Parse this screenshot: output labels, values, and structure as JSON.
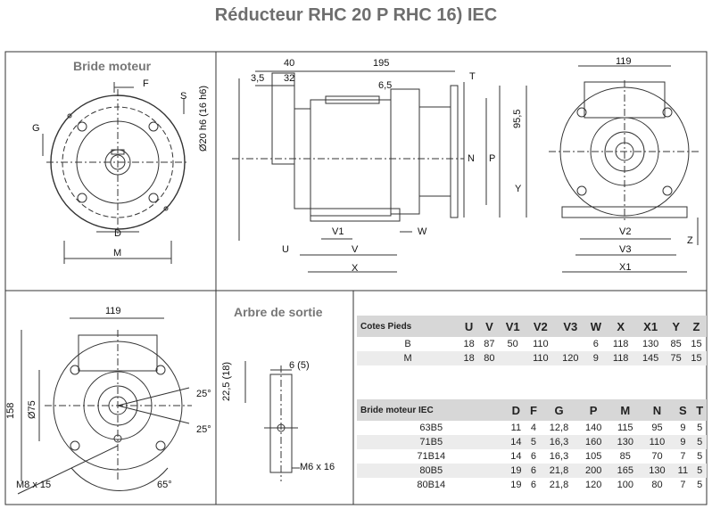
{
  "title": "Réducteur  RHC 20 P RHC 16)  IEC",
  "sections": {
    "bride_moteur": "Bride moteur",
    "arbre_sortie": "Arbre de sortie"
  },
  "dims": {
    "F": "F",
    "S": "S",
    "G": "G",
    "D": "D",
    "M": "M",
    "d40": "40",
    "d195": "195",
    "d3_5": "3,5",
    "d32": "32",
    "d6_5": "6,5",
    "T": "T",
    "d20h6": "Ø20 h6 (16 h6)",
    "N": "N",
    "P": "P",
    "V1": "V1",
    "V": "V",
    "W": "W",
    "U": "U",
    "X": "X",
    "d119a": "119",
    "d95_5": "95,5",
    "Y": "Y",
    "V2": "V2",
    "V3": "V3",
    "X1": "X1",
    "Z": "Z",
    "d119b": "119",
    "d158": "158",
    "d75": "Ø75",
    "a25a": "25°",
    "a25b": "25°",
    "a65": "65°",
    "M8x15": "M8 x 15",
    "d6_5b": "6 (5)",
    "d22_5": "22,5 (18)",
    "M6x16": "M6 x 16"
  },
  "feet_table": {
    "headers": [
      "Cotes Pieds",
      "U",
      "V",
      "V1",
      "V2",
      "V3",
      "W",
      "X",
      "X1",
      "Y",
      "Z"
    ],
    "rows": [
      [
        "B",
        "18",
        "87",
        "50",
        "110",
        "",
        "6",
        "118",
        "130",
        "85",
        "15"
      ],
      [
        "M",
        "18",
        "80",
        "",
        "110",
        "120",
        "9",
        "118",
        "145",
        "75",
        "15"
      ]
    ]
  },
  "flange_table": {
    "headers": [
      "Bride moteur IEC",
      "D",
      "F",
      "G",
      "P",
      "M",
      "N",
      "S",
      "T"
    ],
    "rows": [
      [
        "63B5",
        "11",
        "4",
        "12,8",
        "140",
        "115",
        "95",
        "9",
        "5"
      ],
      [
        "71B5",
        "14",
        "5",
        "16,3",
        "160",
        "130",
        "110",
        "9",
        "5"
      ],
      [
        "71B14",
        "14",
        "6",
        "16,3",
        "105",
        "85",
        "70",
        "7",
        "5"
      ],
      [
        "80B5",
        "19",
        "6",
        "21,8",
        "200",
        "165",
        "130",
        "11",
        "5"
      ],
      [
        "80B14",
        "19",
        "6",
        "21,8",
        "120",
        "100",
        "80",
        "7",
        "5"
      ]
    ]
  }
}
